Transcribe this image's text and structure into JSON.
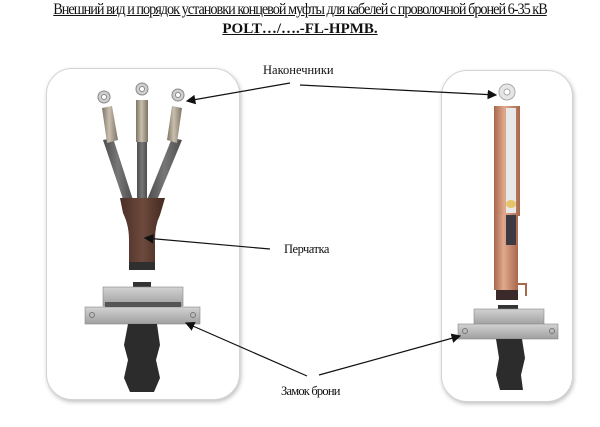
{
  "document": {
    "title_line1": "Внешний вид и  порядок  установки  концевой муфты  для   кабелей с проволочной броней 6-35 кВ",
    "title_line2": "POLT…/….-FL-HPMB."
  },
  "figures": [
    {
      "id": "left",
      "description": "Three-core cable termination with lugs, glove and armour clamp"
    },
    {
      "id": "right",
      "description": "Single-core cut-away termination with lug and armour clamp"
    }
  ],
  "labels": {
    "lugs": "Наконечники",
    "glove": "Перчатка",
    "armour_lock": "Замок  брони"
  },
  "colors": {
    "panel_border": "#d4d4d4",
    "glove": "#5a3a30",
    "insulation": "#5d5d5d",
    "lug_sleeve": "#a89c88",
    "copper_tube": "#c98a6c",
    "clamp": "#b9b9b9",
    "cable_black": "#2b2b2b",
    "arrow": "#111111"
  }
}
